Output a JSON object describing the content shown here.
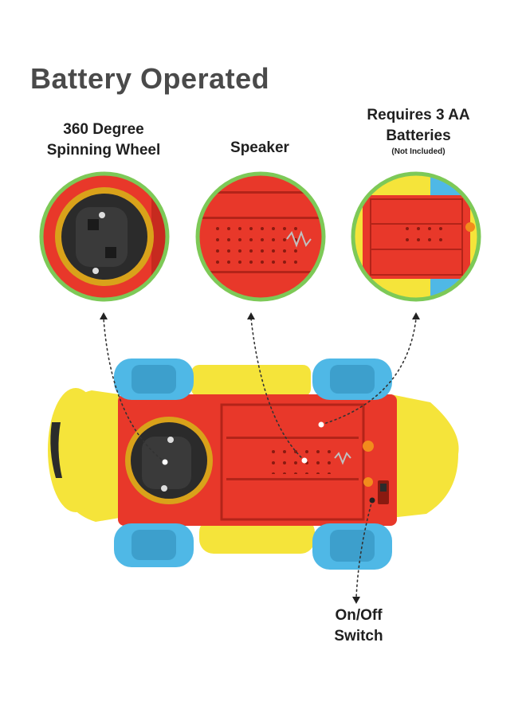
{
  "title": "Battery Operated",
  "features": {
    "wheel": {
      "line1": "360 Degree",
      "line2": "Spinning Wheel"
    },
    "speaker": {
      "label": "Speaker"
    },
    "batteries": {
      "line1": "Requires 3 AA",
      "line2": "Batteries",
      "note": "(Not Included)"
    },
    "switch": {
      "line1": "On/Off",
      "line2": "Switch"
    }
  },
  "colors": {
    "body_yellow": "#f5e43a",
    "chassis_red": "#e8382a",
    "wheel_blue": "#4fb8e6",
    "lens_border": "#7dc957",
    "title_gray": "#4a4a4a"
  }
}
